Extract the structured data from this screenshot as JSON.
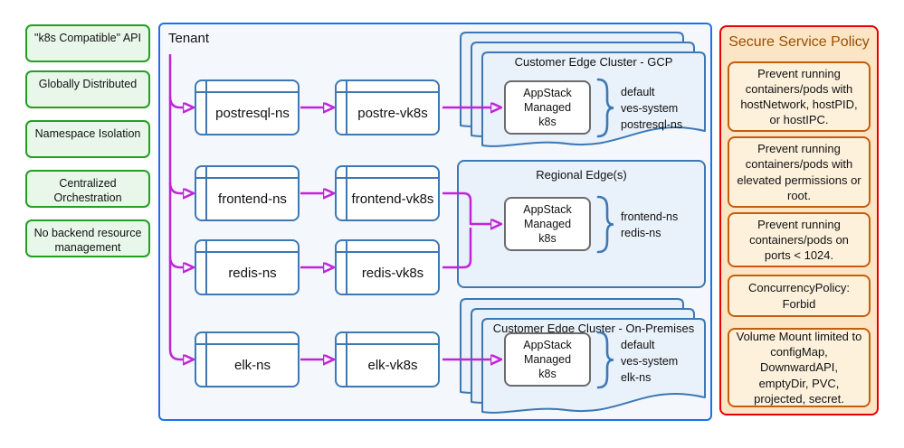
{
  "features": [
    "\"k8s Compatible\" API",
    "Globally Distributed",
    "Namespace Isolation",
    "Centralized Orchestration",
    "No backend resource management"
  ],
  "tenant": {
    "label": "Tenant",
    "rows": [
      {
        "ns": "postresql-ns",
        "vk8s": "postre-vk8s"
      },
      {
        "ns": "frontend-ns",
        "vk8s": "frontend-vk8s"
      },
      {
        "ns": "redis-ns",
        "vk8s": "redis-vk8s"
      },
      {
        "ns": "elk-ns",
        "vk8s": "elk-vk8s"
      }
    ]
  },
  "clusters": [
    {
      "title": "Customer Edge Cluster - GCP",
      "node": "AppStack Managed k8s",
      "namespaces": [
        "default",
        "ves-system",
        "postresql-ns"
      ]
    },
    {
      "title": "Regional Edge(s)",
      "node": "AppStack Managed k8s",
      "namespaces": [
        "frontend-ns",
        "redis-ns"
      ]
    },
    {
      "title": "Customer Edge Cluster - On-Premises",
      "node": "AppStack Managed k8s",
      "namespaces": [
        "default",
        "ves-system",
        "elk-ns"
      ]
    }
  ],
  "edges": [
    {
      "from": "Tenant",
      "to": "postresql-ns"
    },
    {
      "from": "Tenant",
      "to": "frontend-ns"
    },
    {
      "from": "Tenant",
      "to": "redis-ns"
    },
    {
      "from": "Tenant",
      "to": "elk-ns"
    },
    {
      "from": "postresql-ns",
      "to": "postre-vk8s"
    },
    {
      "from": "frontend-ns",
      "to": "frontend-vk8s"
    },
    {
      "from": "redis-ns",
      "to": "redis-vk8s"
    },
    {
      "from": "elk-ns",
      "to": "elk-vk8s"
    },
    {
      "from": "postre-vk8s",
      "to": "Customer Edge Cluster - GCP"
    },
    {
      "from": "frontend-vk8s",
      "to": "Regional Edge(s)"
    },
    {
      "from": "redis-vk8s",
      "to": "Regional Edge(s)"
    },
    {
      "from": "elk-vk8s",
      "to": "Customer Edge Cluster - On-Premises"
    }
  ],
  "policy_panel": {
    "title": "Secure Service Policy",
    "policies": [
      "Prevent running containers/pods with hostNetwork, hostPID, or hostIPC.",
      "Prevent running containers/pods with elevated permissions or root.",
      "Prevent running containers/pods on ports < 1024.",
      "ConcurrencyPolicy: Forbid",
      "Volume Mount limited to configMap, DownwardAPI, emptyDir, PVC, projected, secret."
    ]
  },
  "colors": {
    "connector_magenta": "#c323d8",
    "tenant_border": "#1a73e8",
    "node_border": "#3c78b4",
    "feature_border": "#22a023",
    "feature_fill": "#e9f7ea",
    "policy_outer_border": "#e60000",
    "policy_outer_fill": "#fce5c4",
    "policy_inner_border": "#c65c0d",
    "policy_inner_fill": "#fdf1dc",
    "policy_title_text": "#9a4f00"
  }
}
